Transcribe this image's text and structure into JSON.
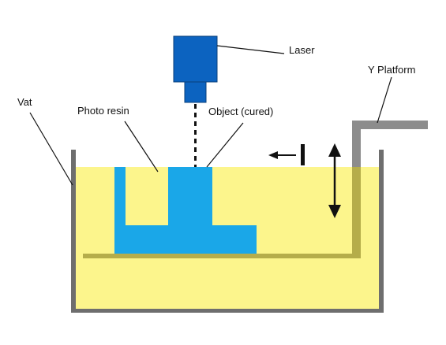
{
  "labels": {
    "laser": "Laser",
    "platform": "Y Platform",
    "vat": "Vat",
    "resin": "Photo resin",
    "object": "Object (cured)"
  },
  "colors": {
    "resin": "#fcf58c",
    "object": "#1aa7e8",
    "laser_body": "#0c63c0",
    "laser_outline": "#0a3f7a",
    "vat_wall": "#6e6e6e",
    "platform": "#8c8c8c",
    "platform_in_resin": "#b5ad4a",
    "line": "#111111"
  },
  "icons": {
    "laser": "laser-emitter-icon",
    "sweep": "left-arrow-icon",
    "motion": "vertical-double-arrow-icon"
  }
}
